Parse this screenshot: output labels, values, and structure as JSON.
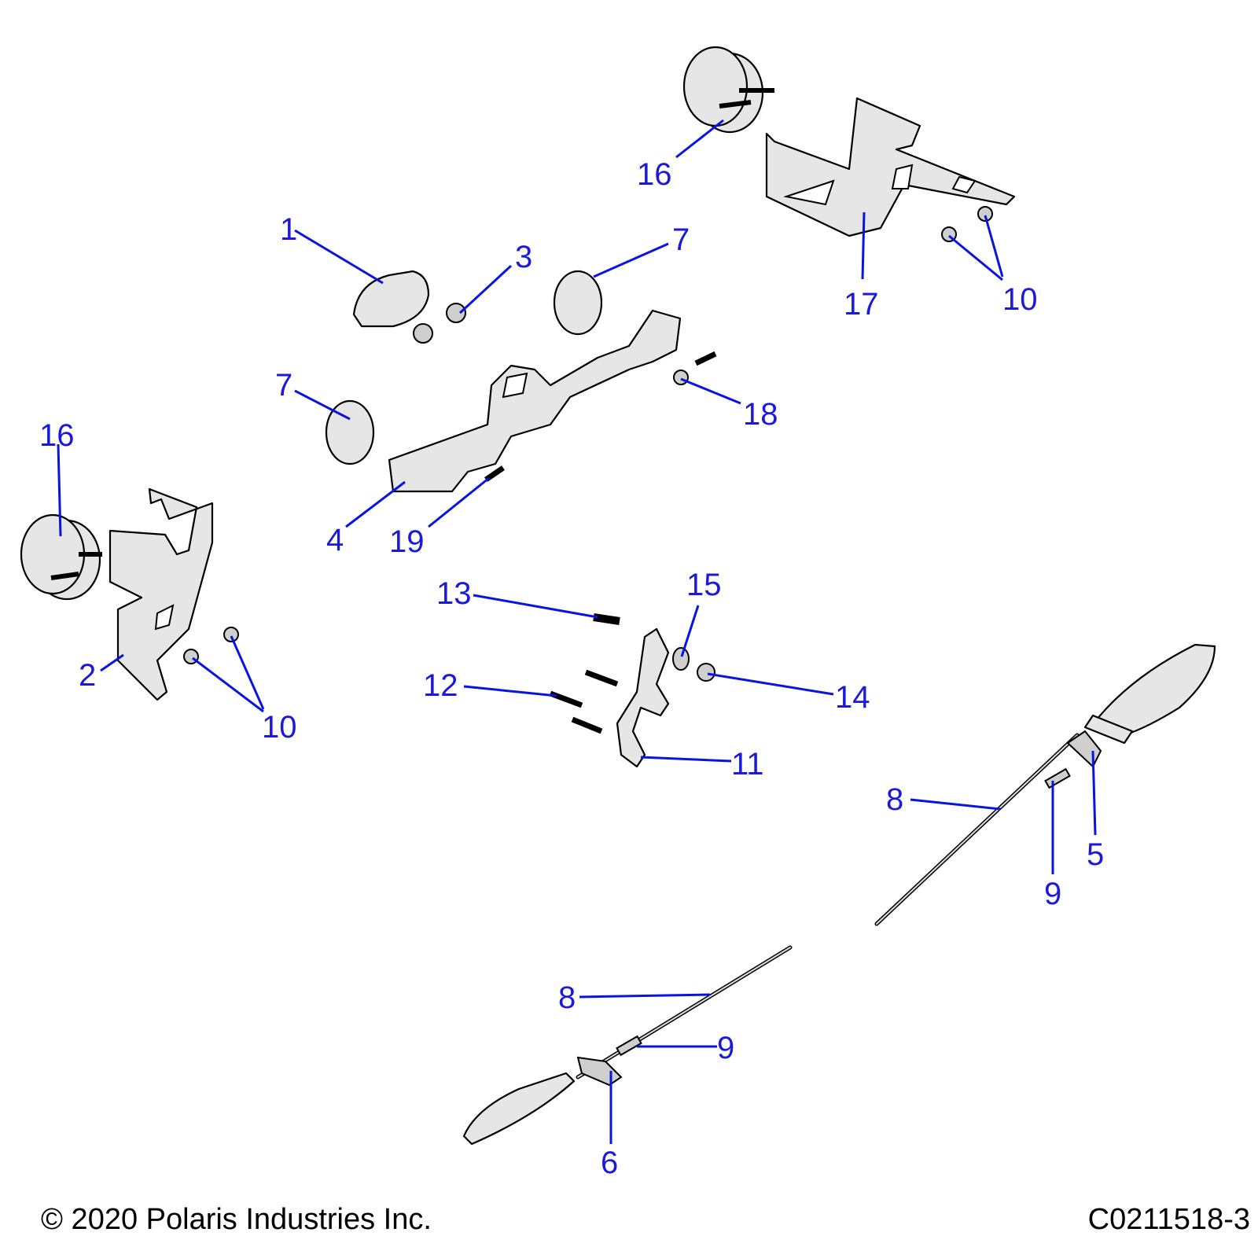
{
  "diagram": {
    "callouts": {
      "c1": "1",
      "c2": "2",
      "c3": "3",
      "c4": "4",
      "c5": "5",
      "c6": "6",
      "c7a": "7",
      "c7b": "7",
      "c8a": "8",
      "c8b": "8",
      "c9a": "9",
      "c9b": "9",
      "c10a": "10",
      "c10b": "10",
      "c11": "11",
      "c12": "12",
      "c13": "13",
      "c14": "14",
      "c15": "15",
      "c16a": "16",
      "c16b": "16",
      "c17": "17",
      "c18": "18",
      "c19": "19"
    },
    "leader_color": "#1a1ad8"
  },
  "footer": {
    "copyright": "© 2020 Polaris Industries Inc.",
    "drawing_id": "C0211518-3"
  }
}
